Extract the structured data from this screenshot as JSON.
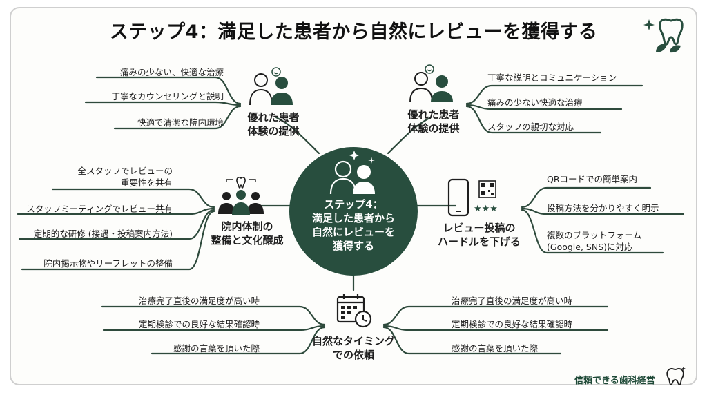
{
  "title": "ステップ4：満足した患者から自然にレビューを獲得する",
  "center": {
    "lines": [
      "ステップ4：",
      "満足した患者から",
      "自然にレビューを",
      "獲得する"
    ]
  },
  "nodes": {
    "top_left": {
      "label": [
        "優れた患者",
        "体験の提供"
      ],
      "items": [
        "痛みの少ない、快適な治療",
        "丁寧なカウンセリングと説明",
        "快適で清潔な院内環境"
      ]
    },
    "top_right": {
      "label": [
        "優れた患者",
        "体験の提供"
      ],
      "items": [
        "丁寧な説明とコミュニケーション",
        "痛みの少ない快適な治療",
        "スタッフの親切な対応"
      ]
    },
    "mid_left": {
      "label": [
        "院内体制の",
        "整備と文化醸成"
      ],
      "items": [
        [
          "全スタッフでレビューの",
          "重要性を共有"
        ],
        [
          "スタッフミーティングでレビュー共有"
        ],
        [
          "定期的な研修 (接遇・投稿案内方法)"
        ],
        [
          "院内掲示物やリーフレットの整備"
        ]
      ]
    },
    "mid_right": {
      "label": [
        "レビュー投稿の",
        "ハードルを下げる"
      ],
      "items": [
        [
          "QRコードでの簡単案内"
        ],
        [
          "投稿方法を分かりやすく明示"
        ],
        [
          "複数のプラットフォーム",
          "(Google, SNS)に対応"
        ]
      ]
    },
    "bottom": {
      "label": [
        "自然なタイミング",
        "での依頼"
      ],
      "items_left": [
        "治療完了直後の満足度が高い時",
        "定期検診での良好な結果確認時",
        "感謝の言葉を頂いた際"
      ],
      "items_right": [
        "治療完了直後の満足度が高い時",
        "定期検診での良好な結果確認時",
        "感謝の言葉を頂いた際"
      ]
    }
  },
  "footer": "信頼できる歯科経営",
  "colors": {
    "accent": "#284e3e",
    "line": "#2e4a3c"
  },
  "icons": [
    "patients-icon",
    "staff-team-icon",
    "smartphone-qr-icon",
    "calendar-clock-icon",
    "tooth-sparkle-logo-icon",
    "tooth-outline-icon"
  ]
}
